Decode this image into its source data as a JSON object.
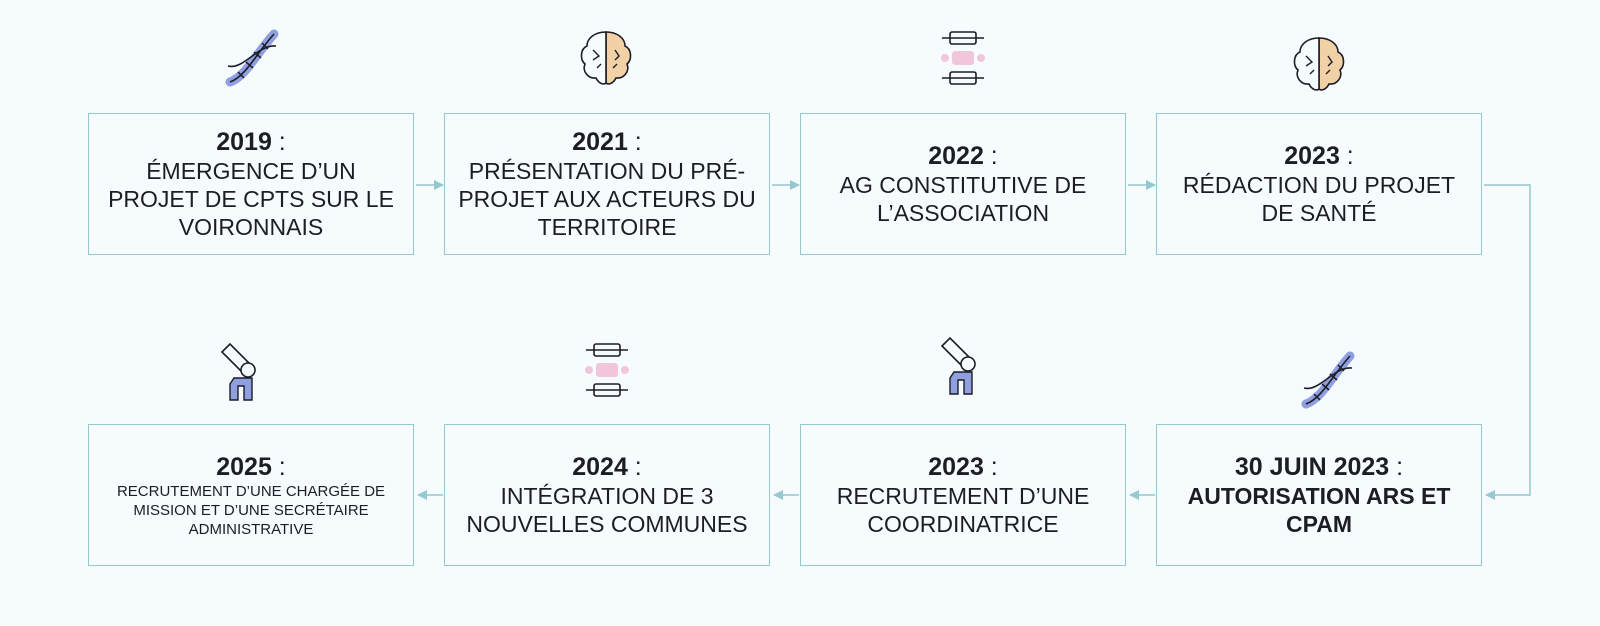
{
  "colors": {
    "background": "#f6fbfe",
    "border": "#96c8cf",
    "arrow": "#96c8cf",
    "text": "#1d1d25",
    "icon_outline": "#1d1d25",
    "icon_blue": "#8f9fe0",
    "icon_peach": "#f2d1a6",
    "icon_pink": "#f1c6dd"
  },
  "steps": [
    {
      "year": "2019",
      "separator": " :",
      "description": "ÉMERGENCE D’UN PROJET DE CPTS SUR LE VOIRONNAIS",
      "icon": "dna-icon"
    },
    {
      "year": "2021",
      "separator": " :",
      "description": "PRÉSENTATION DU PRÉ-PROJET AUX ACTEURS DU TERRITOIRE",
      "icon": "brain-icon"
    },
    {
      "year": "2022",
      "separator": " :",
      "description": "AG CONSTITUTIVE DE L’ASSOCIATION",
      "icon": "spine-icon"
    },
    {
      "year": "2023",
      "separator": " :",
      "description": "RÉDACTION DU PROJET DE SANTÉ",
      "icon": "brain-icon"
    },
    {
      "year": "30 JUIN 2023",
      "separator": " :",
      "description": "AUTORISATION ARS ET CPAM",
      "icon": "dna-icon"
    },
    {
      "year": "2023",
      "separator": " :",
      "description": "RECRUTEMENT D’UNE COORDINATRICE",
      "icon": "knee-joint-icon"
    },
    {
      "year": "2024",
      "separator": " :",
      "description": "INTÉGRATION DE 3 NOUVELLES COMMUNES",
      "icon": "spine-icon"
    },
    {
      "year": "2025",
      "separator": " :",
      "description": "RECRUTEMENT D’UNE CHARGÉE DE MISSION ET D’UNE SECRÉTAIRE ADMINISTRATIVE",
      "icon": "knee-joint-icon"
    }
  ]
}
